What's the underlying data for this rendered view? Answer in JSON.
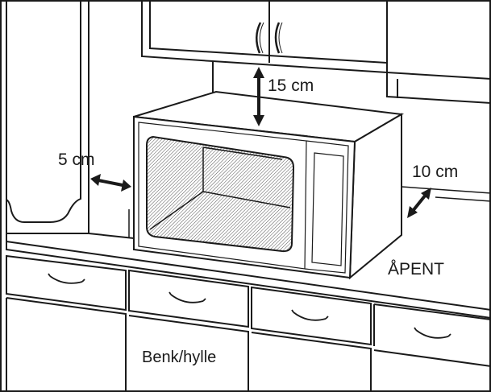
{
  "labels": {
    "top_clearance": "15 cm",
    "side_clearance": "5 cm",
    "back_clearance": "10 cm",
    "open_side": "ÅPENT",
    "counter": "Benk/hylle"
  },
  "colors": {
    "line": "#1a1a1a",
    "background": "#ffffff",
    "hatch": "#555555"
  }
}
